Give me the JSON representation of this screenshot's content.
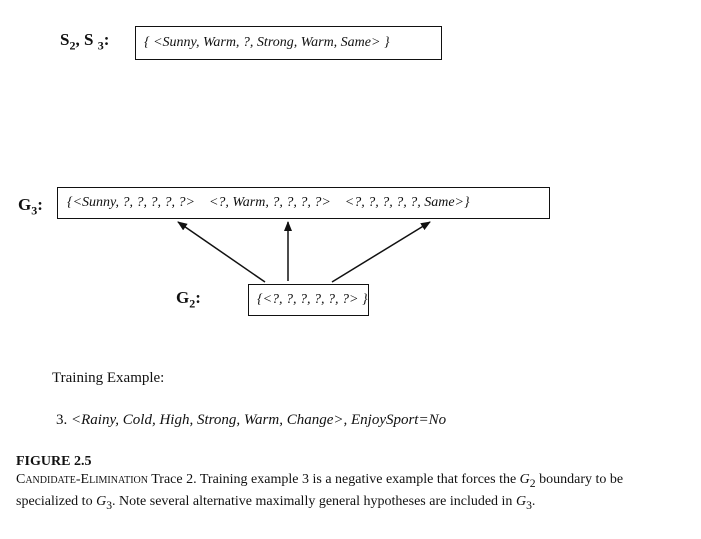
{
  "diagram": {
    "s_boundary": {
      "label_base": "S",
      "label_sub1": "2",
      "label_sep": ", S ",
      "label_sub2": "3",
      "label_colon": ":",
      "content": "{ <Sunny, Warm, ?, Strong, Warm, Same> }"
    },
    "g3_boundary": {
      "label_base": "G",
      "label_sub": "3",
      "label_colon": ":",
      "hypotheses": [
        "{<Sunny, ?, ?, ?, ?, ?>",
        "<?, Warm, ?, ?, ?, ?>",
        "<?, ?, ?, ?, ?, Same>}"
      ]
    },
    "g2_boundary": {
      "label_base": "G",
      "label_sub": "2",
      "label_colon": ":",
      "content": "{<?, ?, ?, ?, ?, ?> }"
    }
  },
  "training": {
    "heading": "Training Example:",
    "example_number": "3.",
    "example_instance": "<Rainy, Cold, High, Strong, Warm, Change>,",
    "example_label": "EnjoySport=No"
  },
  "figure": {
    "title": "FIGURE 2.5",
    "caption_algo": "Candidate-Elimination",
    "caption_part1": " Trace 2. Training example 3 is a negative example that forces the ",
    "caption_g2_base": "G",
    "caption_g2_sub": "2",
    "caption_part2": " boundary to be specialized to ",
    "caption_g3_base": "G",
    "caption_g3_sub": "3",
    "caption_part3": ". Note several alternative maximally general hypotheses are included in ",
    "caption_g3b_base": "G",
    "caption_g3b_sub": "3",
    "caption_part4": "."
  }
}
